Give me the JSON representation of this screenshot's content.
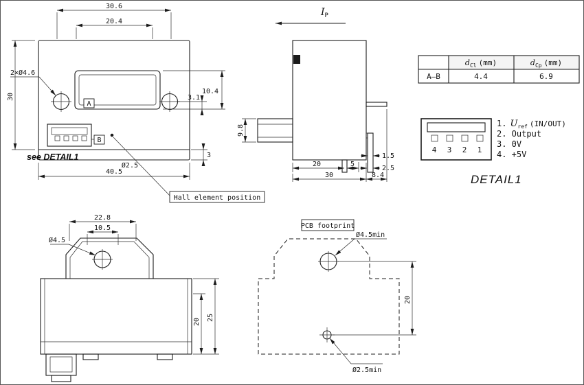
{
  "front_view": {
    "dims": {
      "top_outer": "30.6",
      "top_inner": "20.4",
      "holes": "2×Ø4.6",
      "height": "30",
      "window_height": "10.4",
      "hole_offset": "3.1",
      "base_step": "3",
      "hall_dia": "Ø2.5",
      "width": "40.5"
    },
    "datum_a": "A",
    "datum_b": "B",
    "see_detail_note": "see DETAIL1",
    "hall_label": "Hall element position"
  },
  "side_view": {
    "current_symbol": "I",
    "current_subscript": "P",
    "dims": {
      "connector_height": "9.8",
      "pin_offset": "20",
      "pin_gap": "5",
      "depth": "30",
      "terminal_ext": "8.4",
      "terminal_w": "1.5",
      "terminal_t": "2.5"
    }
  },
  "spec_table": {
    "row_header": "A–B",
    "col1": {
      "sym": "d",
      "sub": "Cl",
      "unit": "(mm)"
    },
    "col2": {
      "sym": "d",
      "sub": "Cp",
      "unit": "(mm)"
    },
    "val1": "4.4",
    "val2": "6.9"
  },
  "detail1": {
    "slot_numbers": [
      "4",
      "3",
      "2",
      "1"
    ],
    "pin_list": [
      {
        "prefix": "1.",
        "sym": "U",
        "sub": "ref",
        "suffix": "(IN/OUT)"
      },
      {
        "label": "2. Output"
      },
      {
        "label": "3. 0V"
      },
      {
        "label": "4. +5V"
      }
    ],
    "title": "DETAIL1"
  },
  "bottom_view": {
    "dims": {
      "cap_width": "22.8",
      "cap_inner": "10.5",
      "hole_dia": "Ø4.5",
      "height_inner": "20",
      "height_outer": "25"
    }
  },
  "pcb_footprint": {
    "title": "PCB footprint",
    "hole_large": "Ø4.5min",
    "hole_small": "Ø2.5min",
    "hole_pitch": "20"
  }
}
